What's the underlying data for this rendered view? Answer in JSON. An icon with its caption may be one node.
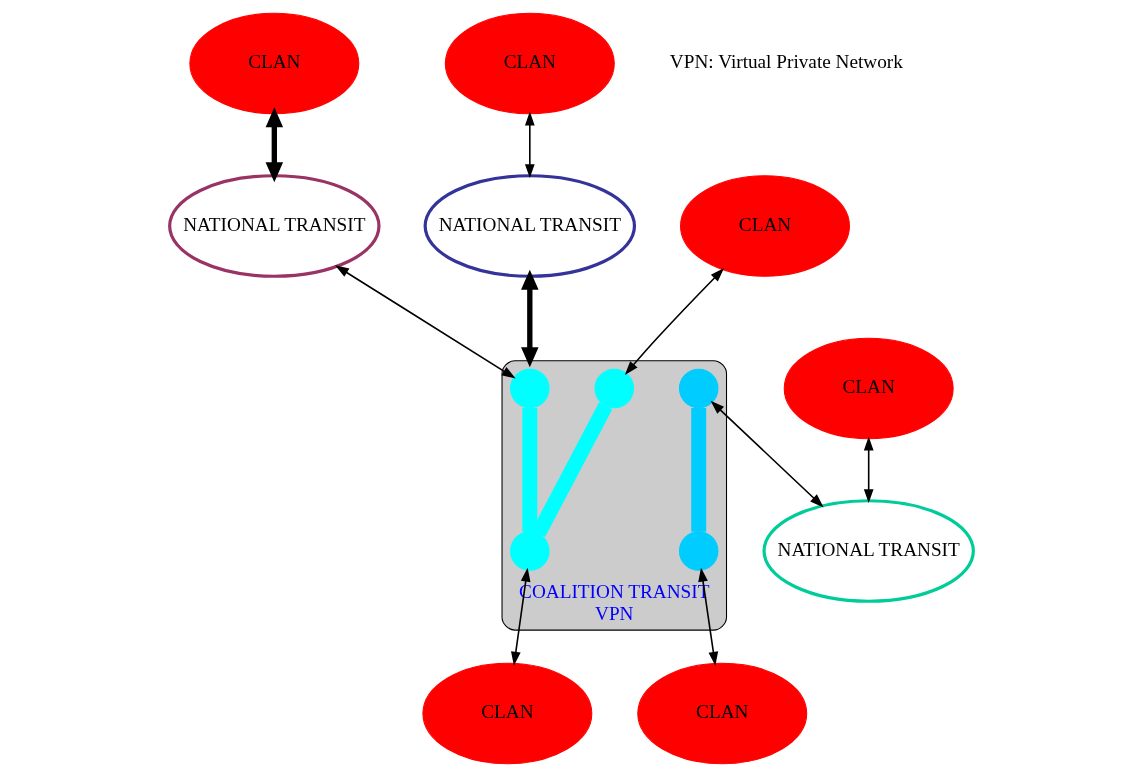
{
  "diagram": {
    "nodes": [
      {
        "text": [
          "CLAN"
        ]
      },
      {
        "text": [
          "NATIONAL TRANSIT"
        ]
      },
      {
        "text": [
          "COALITION TRANSIT",
          "VPN"
        ]
      },
      {
        "text": [
          "NATIONAL TRANSIT"
        ]
      },
      {
        "text": [
          "CLAN"
        ]
      },
      {
        "text": [
          "CLAN"
        ]
      },
      {
        "text": [
          "CLAN"
        ]
      },
      {
        "text": [
          "NATIONAL TRANSIT"
        ]
      },
      {
        "text": [
          "CLAN"
        ]
      },
      {
        "text": [
          "CLAN"
        ]
      },
      {
        "text": [],
        "shape": "circle",
        "in": 2
      },
      {
        "text": [],
        "shape": "circle",
        "in": 2
      },
      {
        "text": [],
        "shape": "circle",
        "in": 2
      },
      {
        "text": [],
        "shape": "circle",
        "in": 2
      },
      {
        "text": [],
        "shape": "circle",
        "in": 2
      }
    ],
    "edges": [
      {
        "from": 0,
        "to": 1,
        "arrow": "both",
        "style": "thick"
      },
      {
        "from": 1,
        "to": 10,
        "arrow": "both"
      },
      {
        "from": 4,
        "to": 3,
        "arrow": "both"
      },
      {
        "from": 3,
        "to": 2,
        "arrow": "both",
        "style": "thick"
      },
      {
        "from": 5,
        "to": 12,
        "arrow": "both"
      },
      {
        "from": 11,
        "to": 6,
        "arrow": "both"
      },
      {
        "from": 13,
        "to": 7,
        "arrow": "both"
      },
      {
        "from": 14,
        "to": 8,
        "arrow": "both"
      },
      {
        "from": 9,
        "to": 7,
        "arrow": "both"
      },
      {
        "from": 10,
        "to": 14,
        "arrow": "none",
        "style": "thick",
        "color": "#00ffff"
      },
      {
        "from": 12,
        "to": 14,
        "arrow": "none",
        "style": "thick",
        "color": "#00ffff"
      },
      {
        "from": 13,
        "to": 11,
        "arrow": "none",
        "style": "thick",
        "color": "#00ccff"
      }
    ],
    "labels": [
      "VPN: Virtual Private Network"
    ]
  }
}
